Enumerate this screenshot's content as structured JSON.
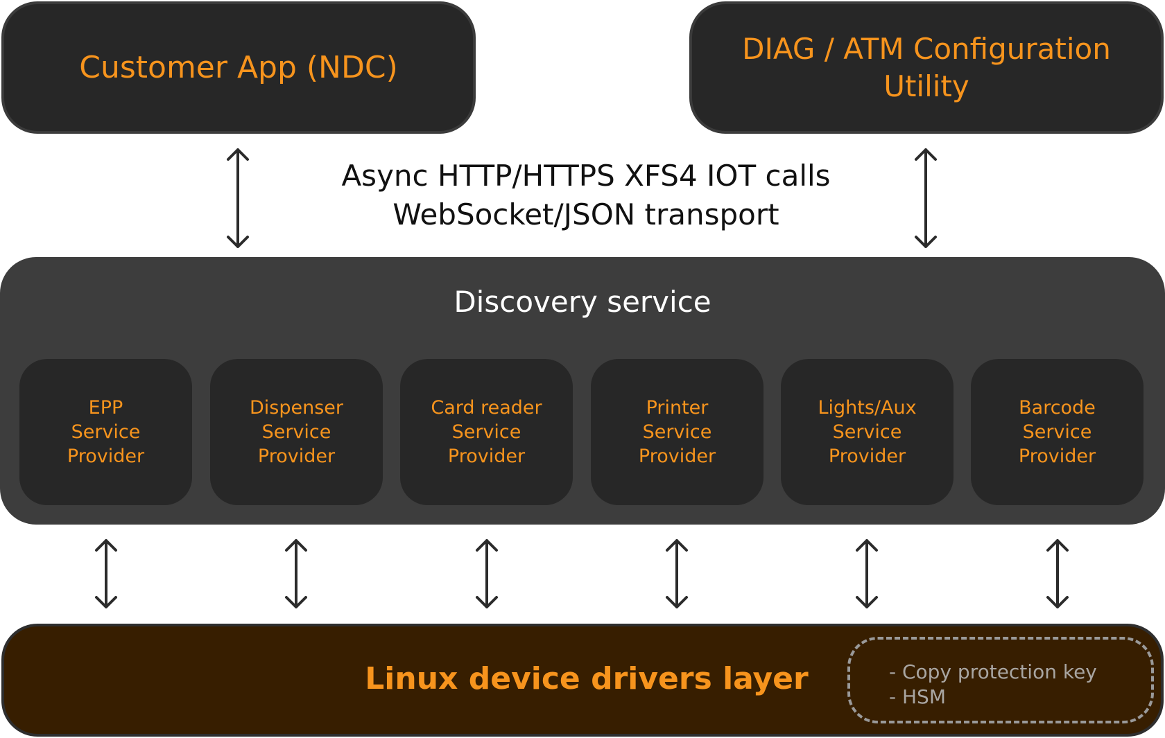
{
  "diagram": {
    "top_left_box": {
      "label": "Customer App (NDC)"
    },
    "top_right_box": {
      "label_line1": "DIAG / ATM Configuration",
      "label_line2": "Utility"
    },
    "transport": {
      "line1": "Async HTTP/HTTPS XFS4 IOT calls",
      "line2": "WebSocket/JSON transport"
    },
    "discovery": {
      "title": "Discovery service",
      "service_providers": [
        {
          "label": "EPP\nService\nProvider"
        },
        {
          "label": "Dispenser\nService\nProvider"
        },
        {
          "label": "Card reader\nService\nProvider"
        },
        {
          "label": "Printer\nService\nProvider"
        },
        {
          "label": "Lights/Aux\nService\nProvider"
        },
        {
          "label": "Barcode\nService\nProvider"
        }
      ]
    },
    "drivers_layer": {
      "title": "Linux device drivers layer",
      "notes": [
        "- Copy protection key",
        "- HSM"
      ]
    },
    "colors": {
      "accent_orange": "#f7941d",
      "box_dark": "#272727",
      "discovery_bg": "#3d3d3d",
      "drivers_bg": "#371e00",
      "arrow": "#2b2b2b"
    },
    "icons": {
      "arrows": "bidirectional-vertical-arrow"
    }
  }
}
